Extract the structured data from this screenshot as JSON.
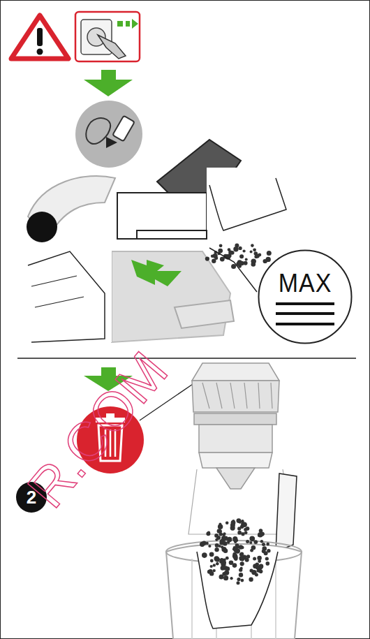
{
  "diagram": {
    "nodes": [
      {
        "text": [
          "MAX"
        ]
      },
      {
        "text": [
          "2"
        ]
      }
    ],
    "labels": [
      "R.COM"
    ]
  }
}
